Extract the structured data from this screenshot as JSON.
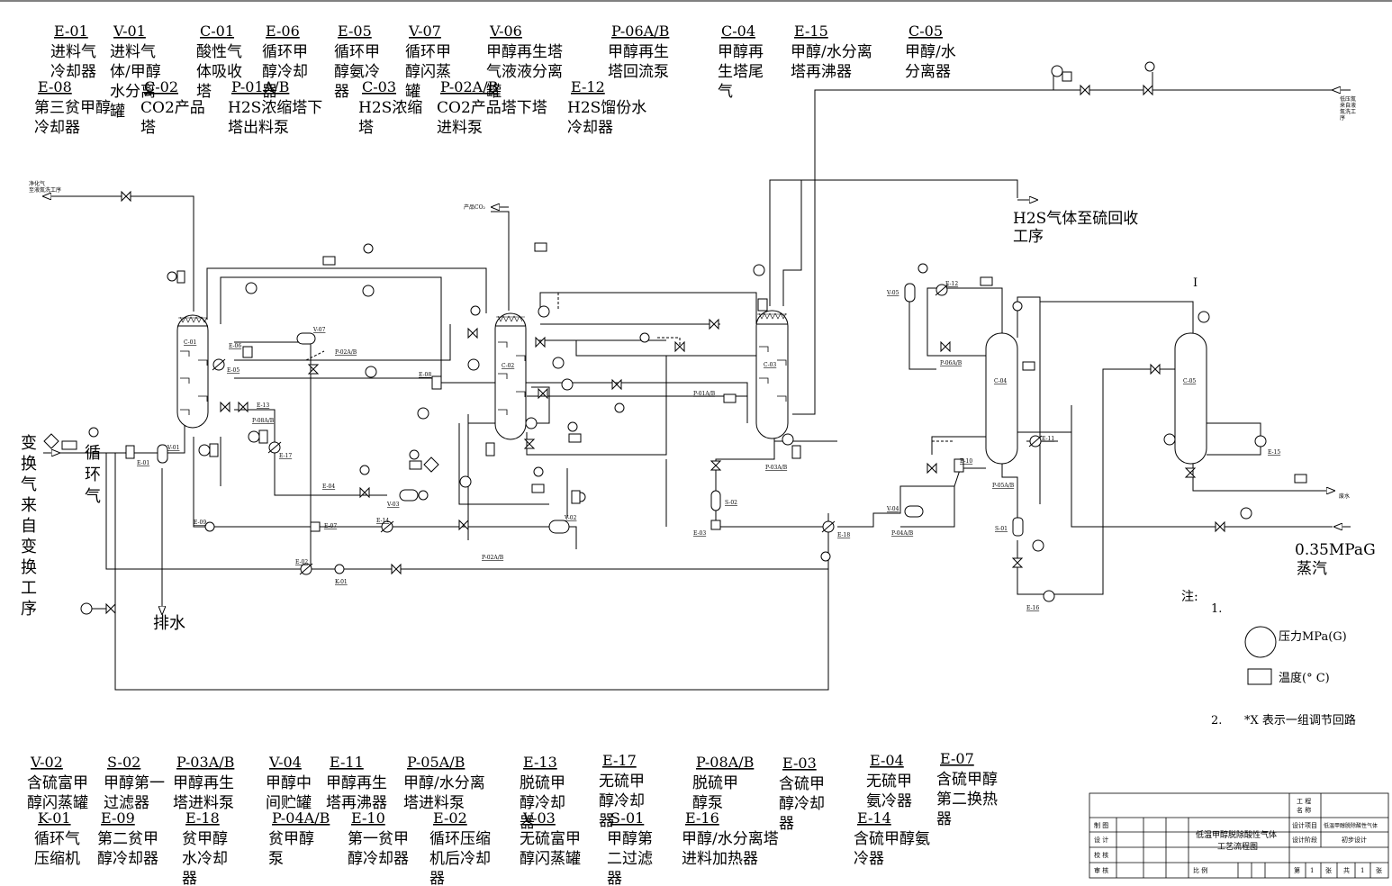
{
  "legend_top": [
    {
      "code": "E-01",
      "name": [
        "进料气",
        "冷却器"
      ]
    },
    {
      "code": "V-01",
      "name": [
        "进料气",
        "体/甲醇",
        "水分离",
        "罐"
      ]
    },
    {
      "code": "C-01",
      "name": [
        "酸性气",
        "体吸收",
        "塔"
      ]
    },
    {
      "code": "E-06",
      "name": [
        "循环甲",
        "醇冷却",
        "器"
      ]
    },
    {
      "code": "E-05",
      "name": [
        "循环甲",
        "醇氨冷",
        "器"
      ]
    },
    {
      "code": "V-07",
      "name": [
        "循环甲",
        "醇闪蒸",
        "罐"
      ]
    },
    {
      "code": "V-06",
      "name": [
        "甲醇再生塔",
        "气液液分离",
        "罐"
      ]
    },
    {
      "code": "P-06A/B",
      "name": [
        "甲醇再生",
        "塔回流泵"
      ]
    },
    {
      "code": "C-04",
      "name": [
        "甲醇再",
        "生塔尾",
        "气"
      ]
    },
    {
      "code": "E-15",
      "name": [
        "甲醇/水分离",
        "塔再沸器"
      ]
    },
    {
      "code": "C-05",
      "name": [
        "甲醇/水",
        "分离器"
      ]
    },
    {
      "code": "E-08",
      "name": [
        "第三贫甲醇",
        "冷却器"
      ]
    },
    {
      "code": "C-02",
      "name": [
        "CO2产品",
        "塔"
      ]
    },
    {
      "code": "P-01A/B",
      "name": [
        "H2S浓缩塔下",
        "塔出料泵"
      ]
    },
    {
      "code": "C-03",
      "name": [
        "H2S浓缩",
        "塔"
      ]
    },
    {
      "code": "P-02A/B",
      "name": [
        "CO2产品塔下塔",
        "进料泵"
      ]
    },
    {
      "code": "E-12",
      "name": [
        "H2S馏份水",
        "冷却器"
      ]
    }
  ],
  "legend_bottom": [
    {
      "code": "V-02",
      "name": [
        "含硫富甲",
        "醇闪蒸罐"
      ]
    },
    {
      "code": "S-02",
      "name": [
        "甲醇第一",
        "过滤器"
      ]
    },
    {
      "code": "P-03A/B",
      "name": [
        "甲醇再生",
        "塔进料泵"
      ]
    },
    {
      "code": "V-04",
      "name": [
        "甲醇中",
        "间贮罐"
      ]
    },
    {
      "code": "E-11",
      "name": [
        "甲醇再生",
        "塔再沸器"
      ]
    },
    {
      "code": "P-05A/B",
      "name": [
        "甲醇/水分离",
        "塔进料泵"
      ]
    },
    {
      "code": "E-13",
      "name": [
        "脱硫甲",
        "醇冷却",
        "器"
      ]
    },
    {
      "code": "E-17",
      "name": [
        "无硫甲",
        "醇冷却",
        "器"
      ]
    },
    {
      "code": "P-08A/B",
      "name": [
        "脱硫甲",
        "醇泵"
      ]
    },
    {
      "code": "E-03",
      "name": [
        "含硫甲",
        "醇冷却",
        "器"
      ]
    },
    {
      "code": "E-04",
      "name": [
        "无硫甲",
        "氨冷器"
      ]
    },
    {
      "code": "E-07",
      "name": [
        "含硫甲醇",
        "第二换热",
        "器"
      ]
    },
    {
      "code": "K-01",
      "name": [
        "循环气",
        "压缩机"
      ]
    },
    {
      "code": "E-09",
      "name": [
        "第二贫甲",
        "醇冷却器"
      ]
    },
    {
      "code": "E-18",
      "name": [
        "贫甲醇",
        "水冷却",
        "器"
      ]
    },
    {
      "code": "P-04A/B",
      "name": [
        "贫甲醇",
        "泵"
      ]
    },
    {
      "code": "E-10",
      "name": [
        "第一贫甲",
        "醇冷却器"
      ]
    },
    {
      "code": "E-02",
      "name": [
        "循环压缩",
        "机后冷却",
        "器"
      ]
    },
    {
      "code": "V-03",
      "name": [
        "无硫富甲",
        "醇闪蒸罐"
      ]
    },
    {
      "code": "S-01",
      "name": [
        "甲醇第",
        "二过滤",
        "器"
      ]
    },
    {
      "code": "E-16",
      "name": [
        "甲醇/水分离塔",
        "进料加热器"
      ]
    },
    {
      "code": "E-14",
      "name": [
        "含硫甲醇氨",
        "冷器"
      ]
    }
  ],
  "streams": {
    "feed_gas": [
      "变",
      "换",
      "气",
      "来",
      "自",
      "变",
      "换",
      "工",
      "序"
    ],
    "recycle_gas": [
      "循",
      "环",
      "气"
    ],
    "drain": "排水",
    "h2s_out": [
      "H2S气体至硫回收",
      "工序"
    ],
    "steam_pressure": "0.35MPaG",
    "steam": "蒸汽",
    "clean_gas": [
      "净化气",
      "至液氮洗工序"
    ],
    "co2_product": "产品CO₂",
    "lp_nitrogen": [
      "低压氮",
      "来自液",
      "氮洗工",
      "序"
    ],
    "waste_water": "废水"
  },
  "equipment_tags": {
    "C-01": "C-01",
    "C-02": "C-02",
    "C-03": "C-03",
    "C-04": "C-04",
    "C-05": "C-05",
    "V-01": "V-01",
    "V-02": "V-02",
    "V-03": "V-03",
    "V-04": "V-04",
    "V-05": "V-05",
    "V-06": "V-06",
    "V-07": "V-07",
    "E-01": "E-01",
    "E-02": "E-02",
    "E-03": "E-03",
    "E-04": "E-04",
    "E-05": "E-05",
    "E-06": "E-06",
    "E-07": "E-07",
    "E-08": "E-08",
    "E-09": "E-09",
    "E-10": "E-10",
    "E-11": "E-11",
    "E-12": "E-12",
    "E-13": "E-13",
    "E-14": "E-14",
    "E-15": "E-15",
    "E-16": "E-16",
    "E-17": "E-17",
    "E-18": "E-18",
    "P-01A/B": "P-01A/B",
    "P-02A/B": "P-02A/B",
    "P-03A/B": "P-03A/B",
    "P-04A/B": "P-04A/B",
    "P-05A/B": "P-05A/B",
    "P-06A/B": "P-06A/B",
    "P-08A/B": "P-08A/B",
    "S-01": "S-01",
    "S-02": "S-02",
    "K-01": "K-01"
  },
  "notes": {
    "heading": "注:",
    "n1": "1.",
    "pressure": "压力MPa(G)",
    "temperature": "温度(° C)",
    "n2": "2.",
    "n2_text": "*X   表示一组调节回路",
    "cursor": "I"
  },
  "title_block": {
    "project_label": "工 程\n名 称",
    "project_item_label": "设计项目",
    "project_item_value": "低温甲醇脱除酸性气体",
    "stage_label": "设计阶段",
    "stage_value": "初步设计",
    "drawing_title": [
      "低温甲醇脱除酸性气体",
      "工艺流程图"
    ],
    "rows": [
      "制 图",
      "设 计",
      "校 核",
      "审 核"
    ],
    "scale": "比 例",
    "sheet": [
      "第",
      "1",
      "张",
      "共",
      "1",
      "张"
    ]
  }
}
